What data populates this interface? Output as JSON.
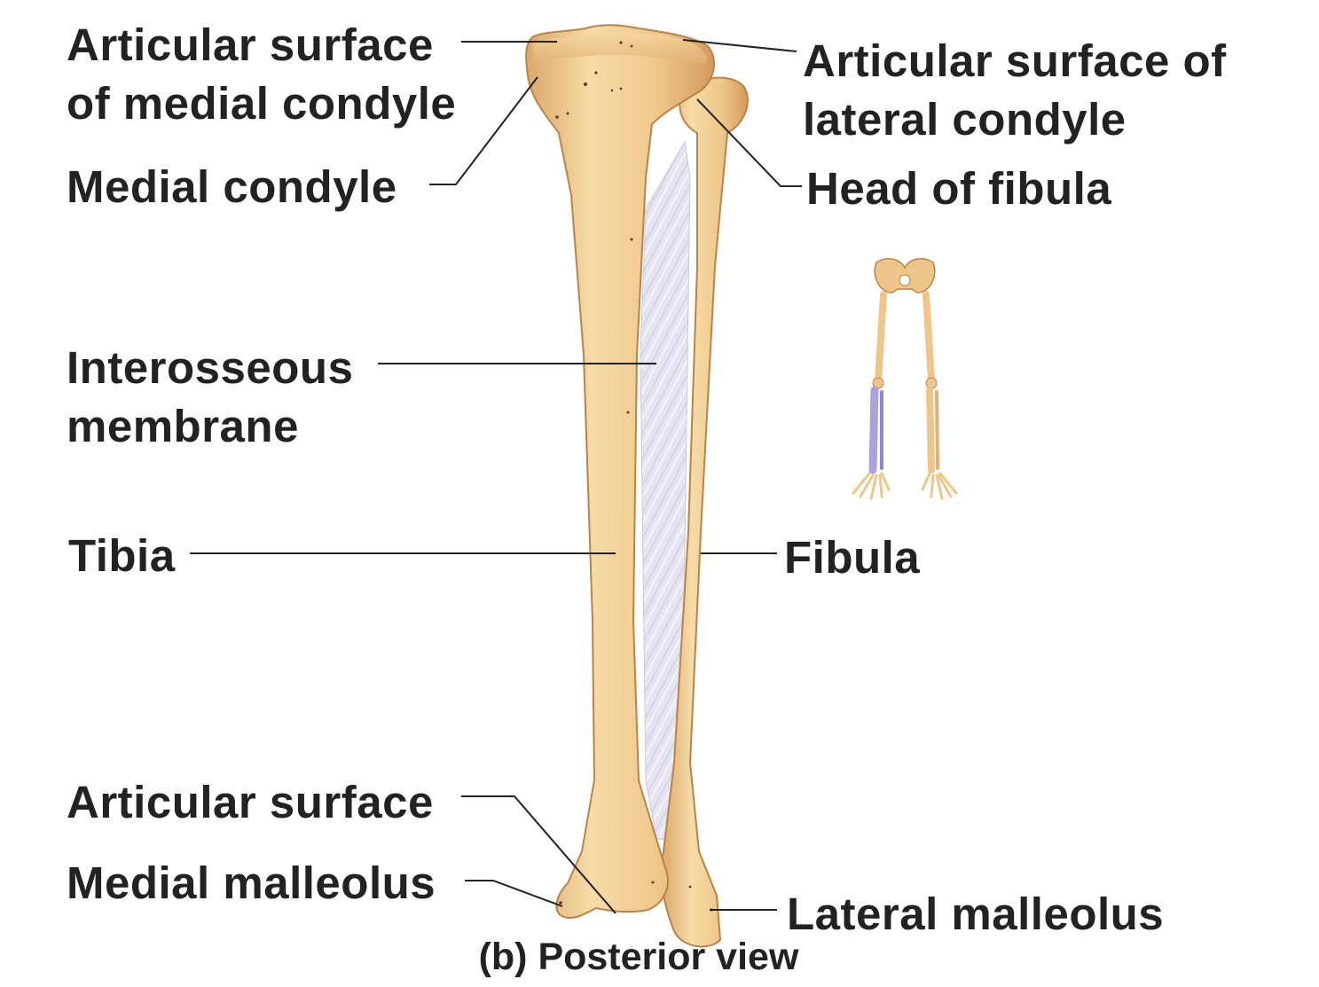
{
  "labels": {
    "articular_medial_condyle": [
      "Articular surface",
      "of medial condyle"
    ],
    "medial_condyle": "Medial condyle",
    "interosseous_membrane": [
      "Interosseous",
      "membrane"
    ],
    "tibia": "Tibia",
    "articular_surface": "Articular surface",
    "medial_malleolus": "Medial malleolus",
    "articular_lateral_condyle": [
      "Articular surface of",
      "lateral condyle"
    ],
    "head_of_fibula": "Head of fibula",
    "fibula": "Fibula",
    "lateral_malleolus": "Lateral malleolus"
  },
  "caption": "(b) Posterior view",
  "colors": {
    "bone": "#f1cc91",
    "bone_shadow": "#d9a667",
    "membrane": "#e2e3f0",
    "highlight": "#a7a4dc",
    "text": "#222222",
    "leader_line": "#222222"
  }
}
